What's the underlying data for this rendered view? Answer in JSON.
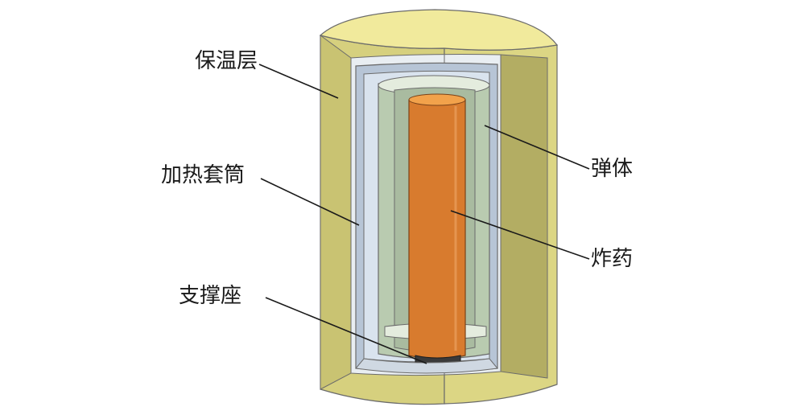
{
  "labels": {
    "insulation_layer": "保温层",
    "heating_sleeve": "加热套筒",
    "support_seat": "支撑座",
    "projectile_body": "弹体",
    "explosive": "炸药"
  },
  "colors": {
    "insulation_front": "#d6d07e",
    "insulation_top": "#f1ea9c",
    "insulation_cut": "#b3ad63",
    "sleeve": "#b7c5d6",
    "sleeve_inner": "#d9e3ee",
    "body": "#b9cbb0",
    "body_top": "#e4ecde",
    "explosive": "#d87b2e",
    "explosive_top": "#f2a24b",
    "support": "#3a3a3a",
    "outline": "#6b6b6b"
  }
}
